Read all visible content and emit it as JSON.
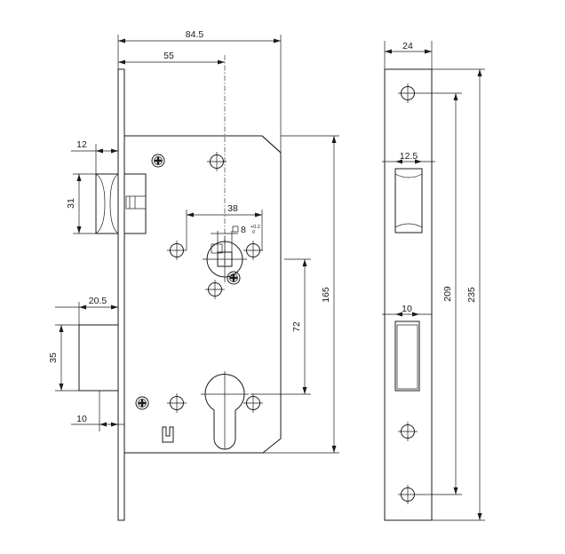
{
  "dimensions": {
    "case_width": "84.5",
    "backset": "55",
    "latch_projection": "12",
    "latch_height": "31",
    "follower_spacing": "38",
    "spindle_square": "8",
    "tol_plus": "+0.2",
    "tol_zero": "0",
    "bolt_projection": "20.5",
    "bolt_height": "35",
    "bolt_offset": "10",
    "case_height": "165",
    "center_distance": "72",
    "faceplate_width": "24",
    "latch_slot_width": "12.5",
    "bolt_slot_width": "10",
    "screw_spacing": "209",
    "faceplate_height": "235"
  }
}
